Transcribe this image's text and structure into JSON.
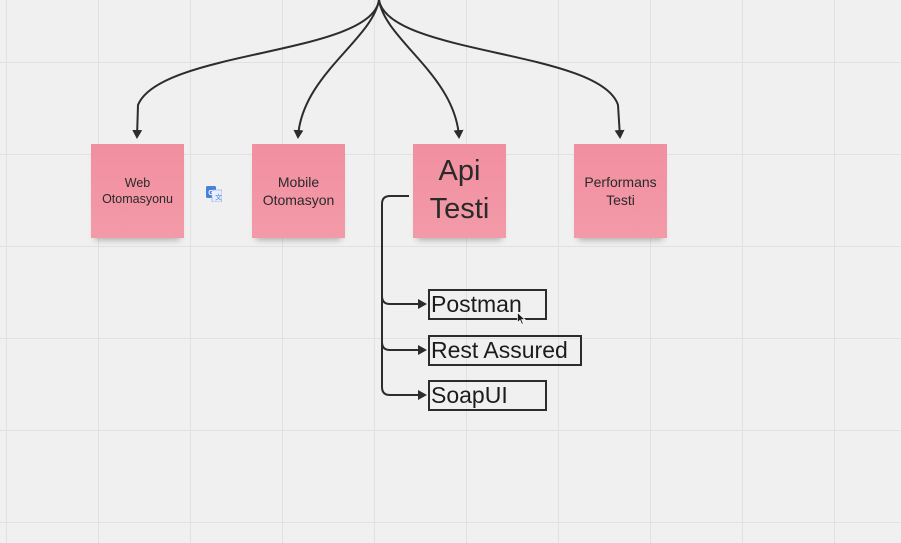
{
  "diagram": {
    "notes": [
      {
        "id": "web",
        "label": "Web\nOtomasyonu"
      },
      {
        "id": "mobile",
        "label": "Mobile\nOtomasyon"
      },
      {
        "id": "api",
        "label": "Api\nTesti"
      },
      {
        "id": "perf",
        "label": "Performans\nTesti"
      }
    ],
    "api_tools": [
      {
        "id": "postman",
        "label": "Postman"
      },
      {
        "id": "rest",
        "label": "Rest Assured"
      },
      {
        "id": "soapui",
        "label": "SoapUI"
      }
    ]
  },
  "colors": {
    "sticky_note": "#f18fa0",
    "connector": "#2c2c2c",
    "canvas": "#f0f0f0",
    "grid": "#e1e1e1"
  },
  "icons": {
    "translate": "translate-icon",
    "cursor": "mouse-cursor-icon"
  }
}
